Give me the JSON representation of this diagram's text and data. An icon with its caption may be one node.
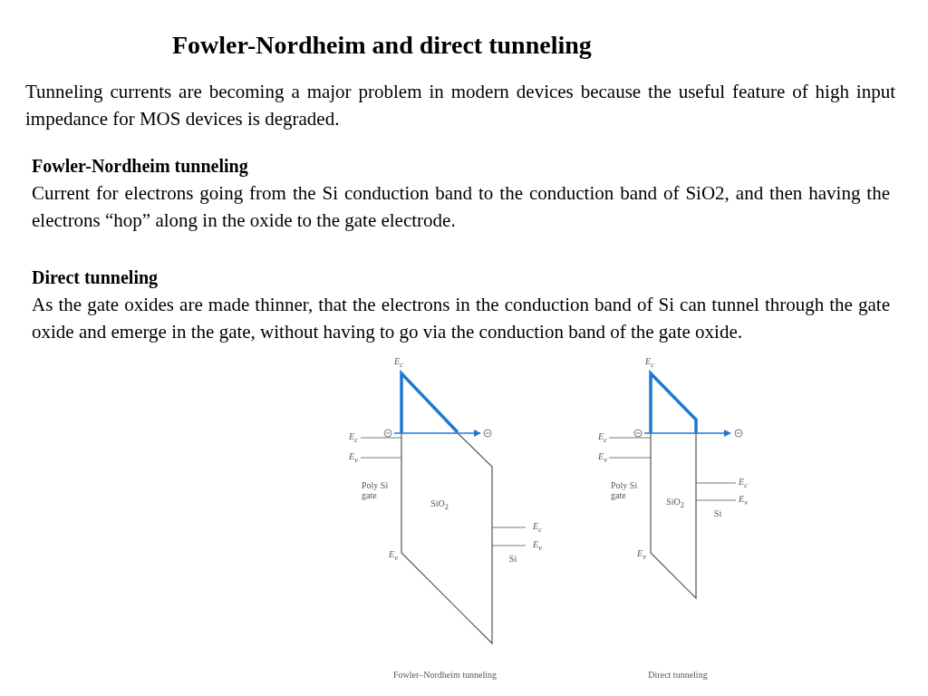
{
  "diagram": {
    "title": "Fowler-Nordheim and direct tunneling",
    "labels": [
      "Tunneling currents are becoming a major problem in modern devices because the useful feature of high input impedance for MOS devices is degraded.",
      "Fowler-Nordheim tunneling",
      "Current for electrons going from the Si conduction band to the conduction band of SiO2, and then having the electrons “hop” along in the oxide to the gate electrode.",
      "Direct tunneling",
      "As the gate oxides are made thinner, that the electrons in the conduction band of Si can tunnel through the gate oxide and emerge in the gate, without having to go via the conduction band of the gate oxide.",
      "E$_{c}$",
      "E$_{c}$",
      "E$_{v}$",
      "Poly Si gate",
      "SiO$_{2}$",
      "E$_{c}$",
      "E$_{v}$",
      "E$_{v}$",
      "Si",
      "Fowler–Nordheim tunneling",
      "E$_{c}$",
      "E$_{c}$",
      "E$_{v}$",
      "Poly Si gate",
      "SiO$_{2}$",
      "E$_{c}$",
      "E$_{v}$",
      "Si",
      "E$_{v}$",
      "Direct tunneling"
    ]
  }
}
